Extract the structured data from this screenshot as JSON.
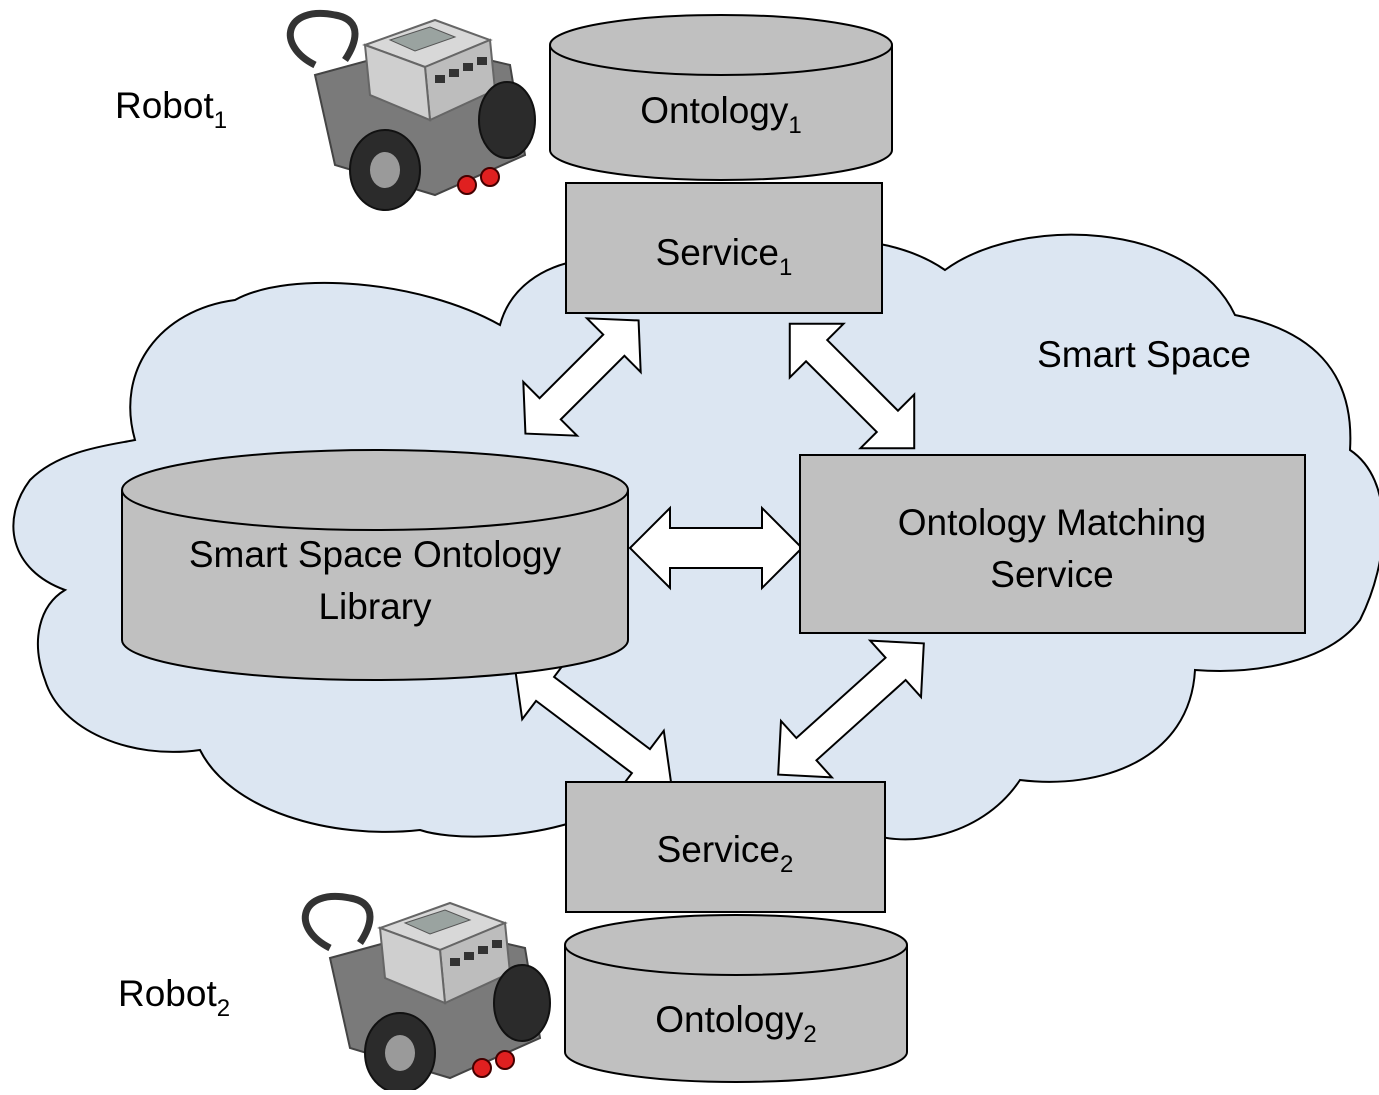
{
  "colors": {
    "cloud_fill": "#dce6f2",
    "node_fill": "#c0c0c0",
    "stroke": "#000000",
    "arrow_fill": "#ffffff"
  },
  "labels": {
    "robot1": {
      "base": "Robot",
      "sub": "1"
    },
    "robot2": {
      "base": "Robot",
      "sub": "2"
    },
    "ontology1": {
      "base": "Ontology",
      "sub": "1"
    },
    "ontology2": {
      "base": "Ontology",
      "sub": "2"
    },
    "service1": {
      "base": "Service",
      "sub": "1"
    },
    "service2": {
      "base": "Service",
      "sub": "2"
    },
    "smart_space": "Smart Space",
    "library": {
      "line1": "Smart Space Ontology",
      "line2": "Library"
    },
    "matching": {
      "line1": "Ontology Matching",
      "line2": "Service"
    }
  },
  "icons": {
    "robot1": "lego-robot-icon",
    "robot2": "lego-robot-icon"
  },
  "connections": [
    {
      "from": "service1",
      "to": "smart-space-ontology-library",
      "style": "double-arrow"
    },
    {
      "from": "service1",
      "to": "ontology-matching-service",
      "style": "double-arrow"
    },
    {
      "from": "smart-space-ontology-library",
      "to": "ontology-matching-service",
      "style": "double-arrow"
    },
    {
      "from": "smart-space-ontology-library",
      "to": "service2",
      "style": "double-arrow"
    },
    {
      "from": "ontology-matching-service",
      "to": "service2",
      "style": "double-arrow"
    }
  ]
}
